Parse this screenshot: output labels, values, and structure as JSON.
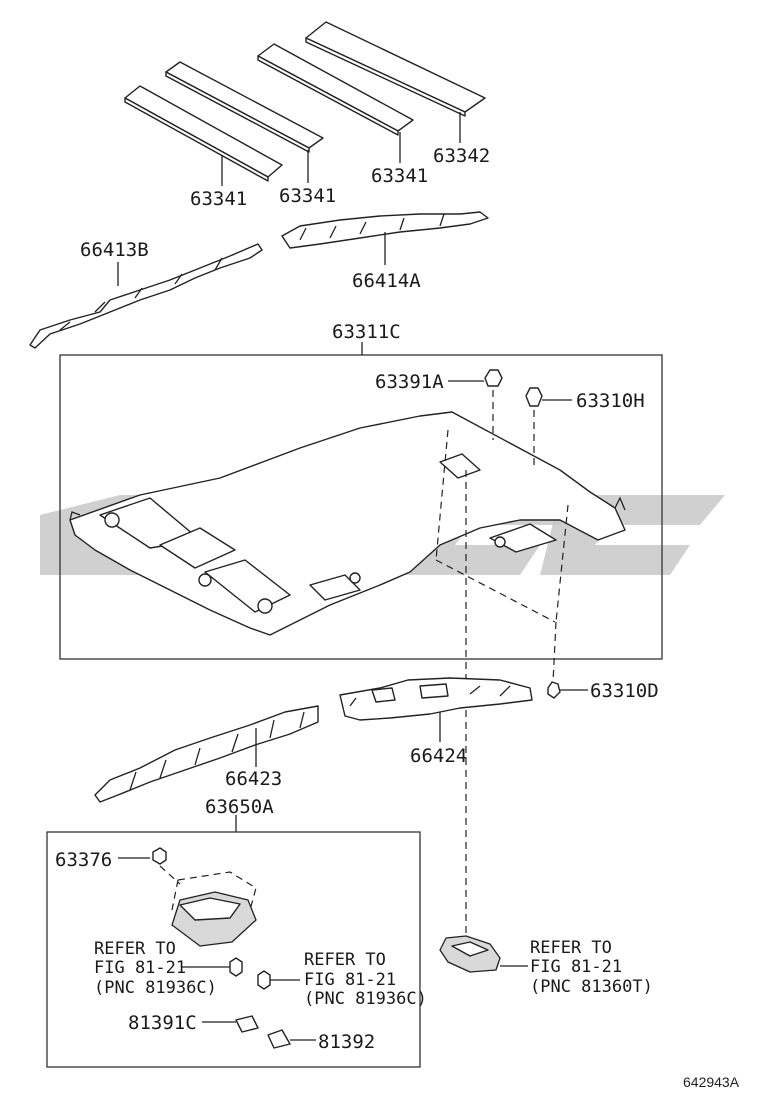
{
  "diagram_id": "642943A",
  "labels": {
    "p63341_a": "63341",
    "p63341_b": "63341",
    "p63341_c": "63341",
    "p63342": "63342",
    "p66413B": "66413B",
    "p66414A": "66414A",
    "p63311C": "63311C",
    "p63391A": "63391A",
    "p63310H": "63310H",
    "p63310D": "63310D",
    "p66423": "66423",
    "p66424": "66424",
    "p63650A": "63650A",
    "p63376": "63376",
    "p81391C": "81391C",
    "p81392": "81392"
  },
  "references": {
    "ref1": {
      "line1": "REFER TO",
      "line2": "FIG 81-21",
      "line3": "(PNC 81936C)"
    },
    "ref2": {
      "line1": "REFER TO",
      "line2": "FIG 81-21",
      "line3": "(PNC 81936C)"
    },
    "ref3": {
      "line1": "REFER TO",
      "line2": "FIG 81-21",
      "line3": "(PNC 81360T)"
    }
  }
}
